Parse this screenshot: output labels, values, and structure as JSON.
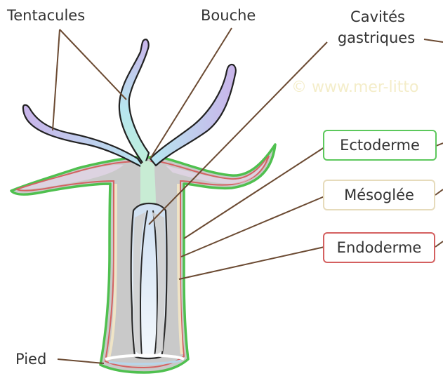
{
  "labels": {
    "tentacules": "Tentacules",
    "bouche": "Bouche",
    "cavites_line1": "Cavités",
    "cavites_line2": "gastriques",
    "ectoderme": "Ectoderme",
    "mesoglee": "Mésoglée",
    "endoderme": "Endoderme",
    "pied": "Pied"
  },
  "watermark": "© www.mer-litto",
  "colors": {
    "ectoderme": "#5cc85c",
    "mesoglee": "#e8dfc0",
    "endoderme": "#d46060",
    "tentacle_top": "#c6b2e8",
    "tentacle_bottom": "#b8ecec",
    "body_gray": "#c8c8c8",
    "cavity": "#dce9f4",
    "leader": "#6b4a32"
  }
}
